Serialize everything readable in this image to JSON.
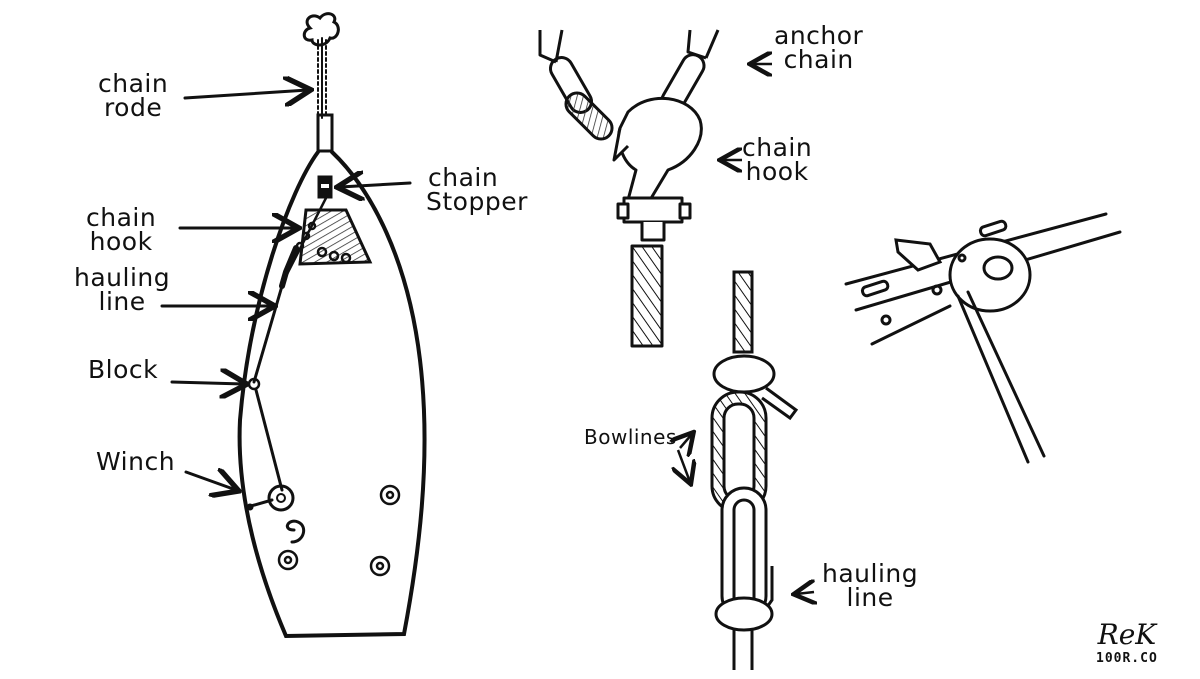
{
  "diagram": {
    "subject": "Anchor chain retrieval rig on a boat using chain hook, hauling line, block and winch",
    "panels": [
      {
        "id": "boat-overview",
        "labels": [
          {
            "key": "chain_rode",
            "lines": [
              "chain",
              "rode"
            ]
          },
          {
            "key": "chain_stopper",
            "lines": [
              "chain",
              "Stopper"
            ]
          },
          {
            "key": "chain_hook",
            "lines": [
              "chain",
              "hook"
            ]
          },
          {
            "key": "hauling_line",
            "lines": [
              "hauling",
              "line"
            ]
          },
          {
            "key": "block",
            "lines": [
              "Block"
            ]
          },
          {
            "key": "winch",
            "lines": [
              "Winch"
            ]
          }
        ]
      },
      {
        "id": "chain-hook-detail",
        "labels": [
          {
            "key": "anchor_chain",
            "lines": [
              "anchor",
              "chain"
            ]
          },
          {
            "key": "chain_hook",
            "lines": [
              "chain",
              "hook"
            ]
          }
        ]
      },
      {
        "id": "bowline-detail",
        "labels": [
          {
            "key": "bowlines",
            "lines": [
              "Bowlines"
            ]
          },
          {
            "key": "hauling_line",
            "lines": [
              "hauling",
              "line"
            ]
          }
        ]
      },
      {
        "id": "block-on-toerail-detail",
        "labels": []
      }
    ]
  },
  "labels": {
    "chain_rode": [
      "chain",
      "rode"
    ],
    "chain_stopper": [
      "chain",
      "Stopper"
    ],
    "chain_hook_left": [
      "chain",
      "hook"
    ],
    "hauling_line_left": [
      "hauling",
      "line"
    ],
    "block": "Block",
    "winch": "Winch",
    "anchor_chain": [
      "anchor",
      "chain"
    ],
    "chain_hook_right": [
      "chain",
      "hook"
    ],
    "bowlines": "Bowlines",
    "hauling_line_right": [
      "hauling",
      "line"
    ]
  },
  "signature": {
    "name": "ReK",
    "site": "100R.CO"
  },
  "colors": {
    "ink": "#111111",
    "background": "#ffffff",
    "hatch": "#333333"
  }
}
